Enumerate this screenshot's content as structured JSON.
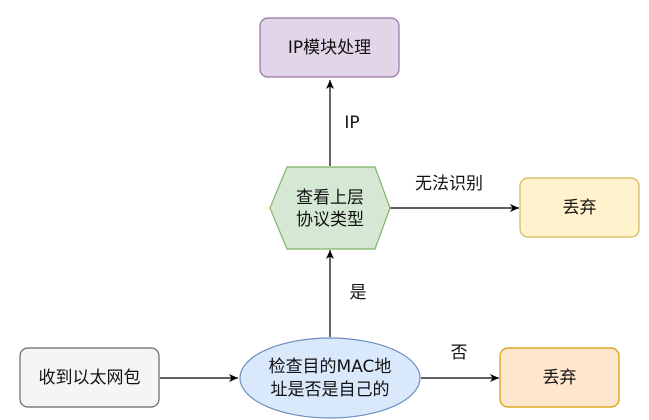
{
  "nodes": {
    "ip_module": {
      "label": "IP模块处理"
    },
    "check_protocol": {
      "lines": [
        "查看上层",
        "协议类型"
      ]
    },
    "discard_top": {
      "label": "丢弃"
    },
    "receive_frame": {
      "label": "收到以太网包"
    },
    "check_mac": {
      "lines": [
        "检查目的MAC地",
        "址是否是自己的"
      ]
    },
    "discard_bottom": {
      "label": "丢弃"
    }
  },
  "edges": {
    "protocol_to_ip": {
      "label": "IP"
    },
    "protocol_to_discard": {
      "label": "无法识别"
    },
    "mac_to_protocol": {
      "label": "是"
    },
    "mac_to_discard": {
      "label": "否"
    },
    "receive_to_mac": {
      "label": ""
    }
  },
  "colors": {
    "purple_fill": "#e1d5e7",
    "purple_stroke": "#9673a6",
    "green_fill": "#d5e8d4",
    "green_stroke": "#82b366",
    "yellow_fill": "#fff2cc",
    "yellow_stroke": "#d6b656",
    "orange_fill": "#ffe6cc",
    "orange_stroke": "#d79b00",
    "blue_fill": "#dae8fc",
    "blue_stroke": "#6c8ebf",
    "gray_fill": "#f5f5f5",
    "gray_stroke": "#666666",
    "edge": "#000000"
  }
}
